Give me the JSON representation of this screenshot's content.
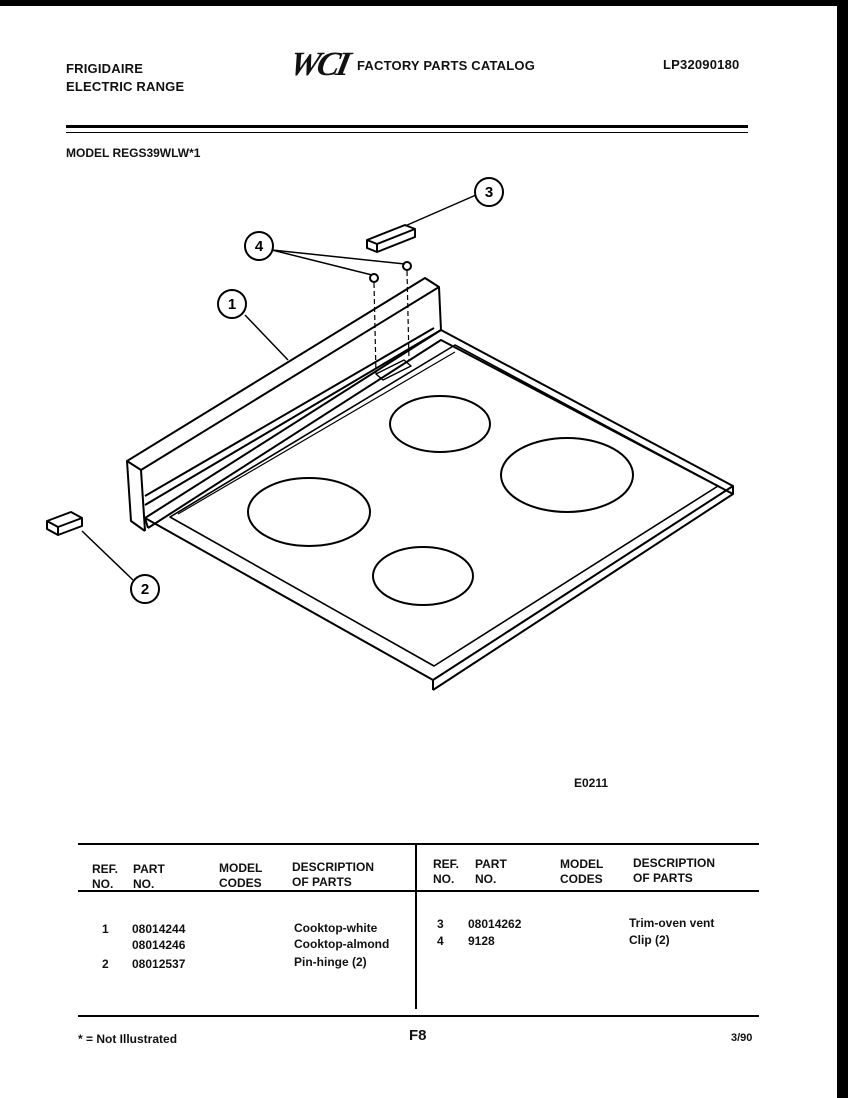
{
  "header": {
    "brand": "FRIGIDAIRE",
    "product": "ELECTRIC RANGE",
    "logo_text": "WCI",
    "catalog_title": "FACTORY PARTS CATALOG",
    "catalog_number": "LP32090180",
    "model_label": "MODEL REGS39WLW*1"
  },
  "diagram": {
    "callouts": [
      "1",
      "2",
      "3",
      "4"
    ],
    "figure_code": "E0211"
  },
  "table": {
    "headers": {
      "ref_no": "REF.\nNO.",
      "part_no": "PART\nNO.",
      "model_codes": "MODEL\nCODES",
      "description": "DESCRIPTION\nOF PARTS"
    },
    "left_rows": [
      {
        "ref": "1",
        "part": "08014244",
        "desc": "Cooktop-white"
      },
      {
        "ref": "",
        "part": "08014246",
        "desc": "Cooktop-almond"
      },
      {
        "ref": "2",
        "part": "08012537",
        "desc": "Pin-hinge (2)"
      }
    ],
    "right_rows": [
      {
        "ref": "3",
        "part": "08014262",
        "desc": "Trim-oven vent"
      },
      {
        "ref": "4",
        "part": "9128",
        "desc": "Clip (2)"
      }
    ]
  },
  "footer": {
    "note": "* = Not Illustrated",
    "page": "F8",
    "date": "3/90"
  }
}
